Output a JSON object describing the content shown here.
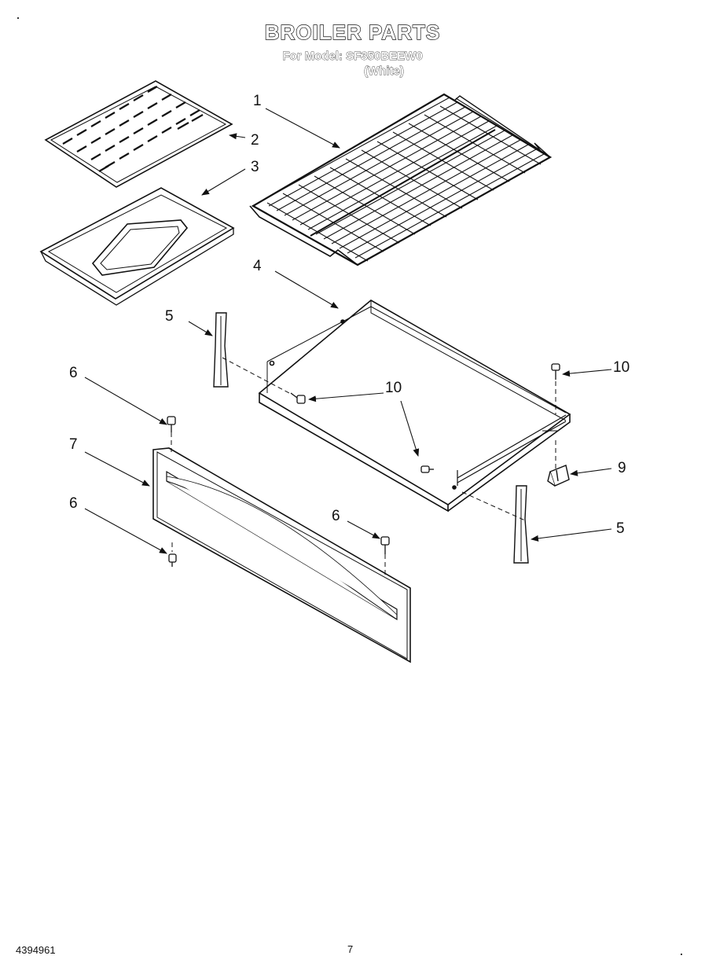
{
  "header": {
    "title": "BROILER PARTS",
    "model_line": "For Model: SF350BEEW0",
    "color_line": "(White)"
  },
  "footer": {
    "part_number": "4394961",
    "page_number": "7"
  },
  "callouts": {
    "c1": "1",
    "c2": "2",
    "c3": "3",
    "c4": "4",
    "c5a": "5",
    "c5b": "5",
    "c6a": "6",
    "c6b": "6",
    "c6c": "6",
    "c7": "7",
    "c9": "9",
    "c10a": "10",
    "c10b": "10"
  }
}
